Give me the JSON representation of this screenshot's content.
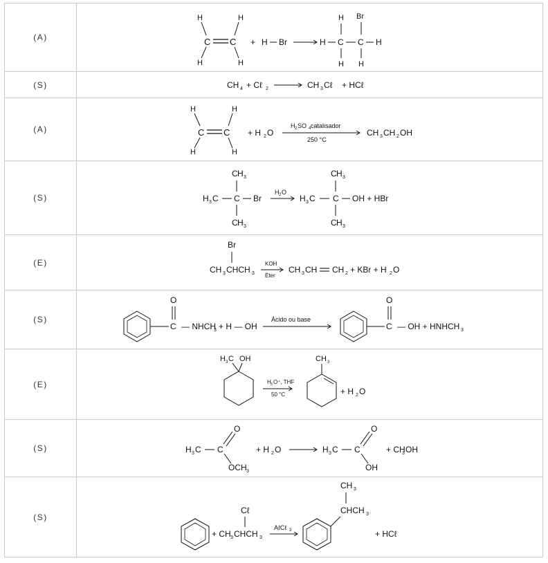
{
  "rows": [
    {
      "label": "(A)"
    },
    {
      "label": "(S)"
    },
    {
      "label": "(A)"
    },
    {
      "label": "(S)"
    },
    {
      "label": "(E)"
    },
    {
      "label": "(S)"
    },
    {
      "label": "(E)"
    },
    {
      "label": "(S)"
    },
    {
      "label": "(S)"
    }
  ],
  "atoms": {
    "H": "H",
    "C": "C",
    "Br": "Br",
    "O": "O",
    "Cl": "Cℓ",
    "plus": "+",
    "HBr": "HBr",
    "OH": "OH",
    "H2O_H": "H",
    "sub2": "2",
    "sub3": "3",
    "sub4": "4"
  },
  "r2": {
    "ch": "CH",
    "s4": "4",
    "plus1": "+ Cℓ",
    "s2": "2",
    "prod1": "CH",
    "s3": "3",
    "prod1b": "Cℓ",
    "plus2": "+ HCℓ"
  },
  "r3": {
    "plus": "+ H",
    "s2": "2",
    "o": "O",
    "cond_top_a": "H",
    "cond_top_s2": "2",
    "cond_top_b": "SO",
    "cond_top_s4": "4",
    "cond_top_c": " catalisador",
    "cond_bottom": "250 °C",
    "prod_a": "CH",
    "s3": "3",
    "prod_b": "CH",
    "s2b": "2",
    "prod_c": "OH"
  },
  "r4": {
    "h3c": "H",
    "s3": "3",
    "c": "C",
    "cond": "H",
    "cond_s2": "2",
    "cond_o": "O",
    "oh_plus": "OH + HBr"
  },
  "r5": {
    "br": "Br",
    "react_a": "CH",
    "s3": "3",
    "react_b": "CHCH",
    "s3b": "3",
    "cond_top": "KOH",
    "cond_bottom": "Éter",
    "prod_a": "CH",
    "prod_b": "CH",
    "eq": "═",
    "prod_c": "CH",
    "s2": "2",
    "rest": "+ KBr + H",
    "s2b": "2",
    "o": "O"
  },
  "r6": {
    "o": "O",
    "c": "C",
    "nh": "— NHCH",
    "s3": "3",
    "plus_h2o": "+ H — OH",
    "cond": "Ácido ou base",
    "oh": "— OH + HNHCH",
    "s3b": "3"
  },
  "r7": {
    "h3c_a": "H",
    "s3": "3",
    "h3c_b": "C",
    "oh": "OH",
    "ch3": "CH",
    "s3b": "3",
    "cond_top_a": "H",
    "cond_top_s3": "3",
    "cond_top_b": "O⁺, THF",
    "cond_bottom": "50 °C",
    "plus": "+ H",
    "s2": "2",
    "o": "O"
  },
  "r8": {
    "h3c": "H",
    "s3": "3",
    "c": "C",
    "o": "O",
    "och3": "OCH",
    "plus": "+ H",
    "s2": "2",
    "o2": "O",
    "oh": "OH",
    "plus2": "+ CH",
    "s3b": "3",
    "oh2": "OH"
  },
  "r9": {
    "cl": "Cℓ",
    "plus": "+ CH",
    "s3": "3",
    "mid": "CHCH",
    "s3b": "3",
    "cond_a": "AℓCℓ",
    "cond_s3": "3",
    "ch3": "CH",
    "s3c": "3",
    "chch3": "CHCH",
    "s3d": "3",
    "hcl": "+ HCℓ"
  }
}
